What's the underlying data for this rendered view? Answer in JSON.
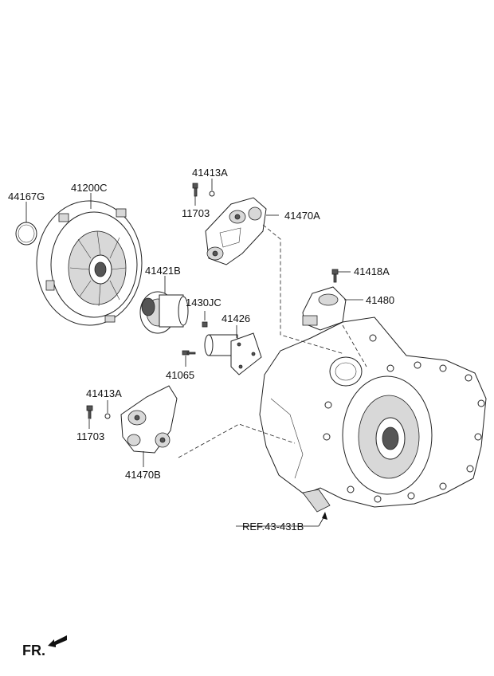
{
  "parts": {
    "p44167G": "44167G",
    "p41200C": "41200C",
    "p41421B": "41421B",
    "p1430JC": "1430JC",
    "p41426": "41426",
    "p41065": "41065",
    "p41413A_top": "41413A",
    "p11703_top": "11703",
    "p41470A": "41470A",
    "p41418A": "41418A",
    "p41480": "41480",
    "p41413A_bottom": "41413A",
    "p11703_bottom": "11703",
    "p41470B": "41470B"
  },
  "reference": "REF.43-431B",
  "direction": "FR."
}
